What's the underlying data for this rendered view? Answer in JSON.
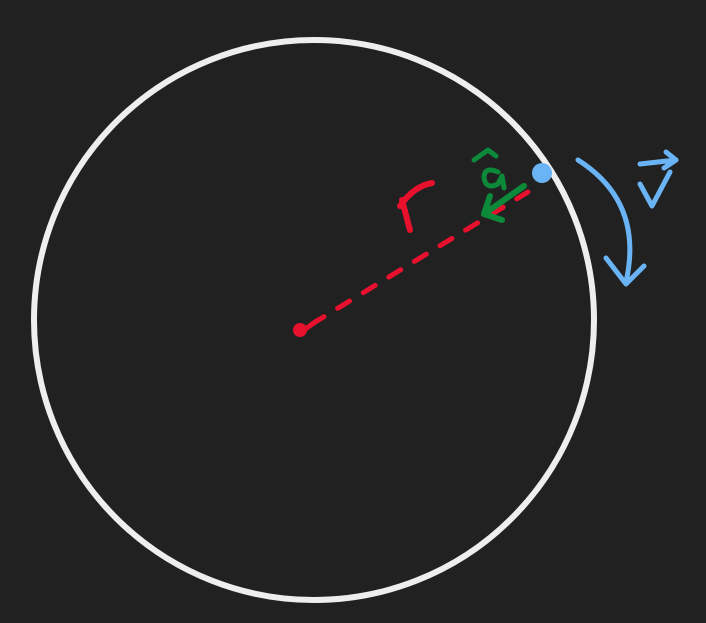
{
  "colors": {
    "background": "#212121",
    "circle": "#eeeeee",
    "radius": "#e8112d",
    "acceleration": "#0c8a3a",
    "velocity": "#6ab4f5"
  },
  "labels": {
    "radius": "r",
    "acceleration": "a",
    "velocity": "v"
  }
}
